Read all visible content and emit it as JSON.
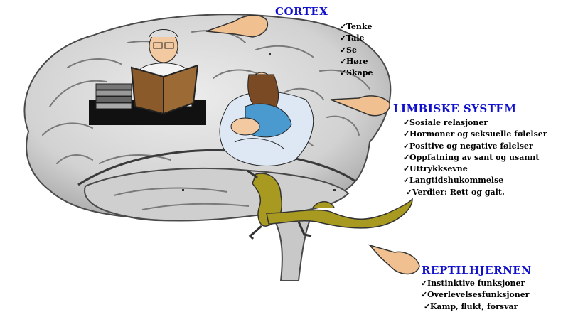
{
  "cortex": {
    "title": "CORTEX",
    "items": [
      "Tenke",
      "Tale",
      "Se",
      "Høre",
      "Skape"
    ]
  },
  "limbic": {
    "title": "LIMBISKE SYSTEM",
    "items": [
      "Sosiale relasjoner",
      "Hormoner og seksuelle følelser",
      "Positive og negative følelser",
      "Oppfatning av sant og usannt",
      "Uttrykksevne",
      "Langtidshukommelse",
      "Verdier: Rett og galt."
    ]
  },
  "reptile": {
    "title": "REPTILHJERNEN",
    "items": [
      "Instinktive funksjoner",
      "Overlevelsesfunksjoner",
      "Kamp, flukt, forsvar"
    ]
  },
  "check_mark": "✓",
  "colors": {
    "heading": "#1010cc",
    "brain_fill": "#d8d8d8",
    "brain_stroke": "#4a4a4a",
    "lizard": "#a89a20",
    "hand": "#f0c090"
  }
}
